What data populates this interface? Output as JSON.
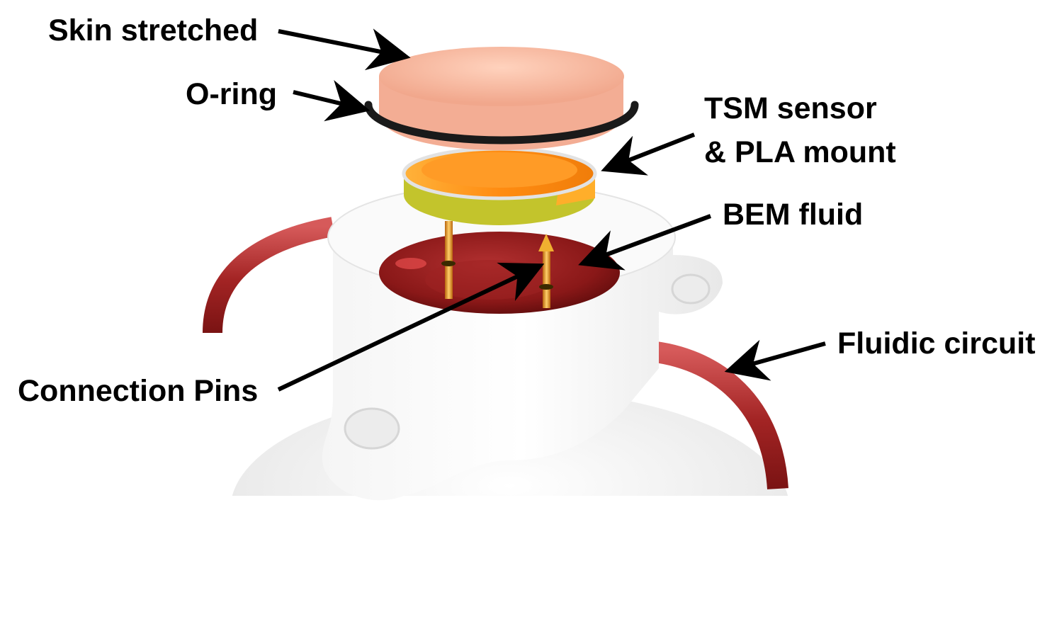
{
  "labels": {
    "skin": "Skin stretched",
    "oring": "O-ring",
    "tsm_line1": "TSM sensor",
    "tsm_line2": "& PLA mount",
    "bem": "BEM fluid",
    "pins": "Connection Pins",
    "fluidic": "Fluidic circuit"
  },
  "colors": {
    "background": "#ffffff",
    "housing": "#f2f2f2",
    "skin": "#f7b9a0",
    "oring": "#1a1a1a",
    "sensor_orange": "#ff9a1a",
    "mount_yellow": "#c7c829",
    "fluid": "#8e1c1c",
    "tube": "#a52a2a",
    "pins": "#d98c1a",
    "arrow": "#000000"
  },
  "icons": {
    "arrow": "arrow-icon"
  }
}
